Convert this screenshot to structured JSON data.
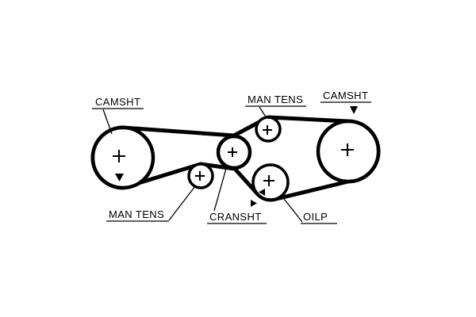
{
  "diagram": {
    "type": "timing-belt-routing",
    "background": "#ffffff",
    "line_color": "#000000",
    "labels": {
      "camshaft_left": "CAMSHT",
      "tensioner_top": "MAN TENS",
      "camshaft_right": "CAMSHT",
      "tensioner_bottom": "MAN TENS",
      "crankshaft": "CRANSHT",
      "oil_pump": "OILP"
    },
    "markers": {
      "center_mark": "plus",
      "rotation_mark": "filled-triangle"
    }
  }
}
